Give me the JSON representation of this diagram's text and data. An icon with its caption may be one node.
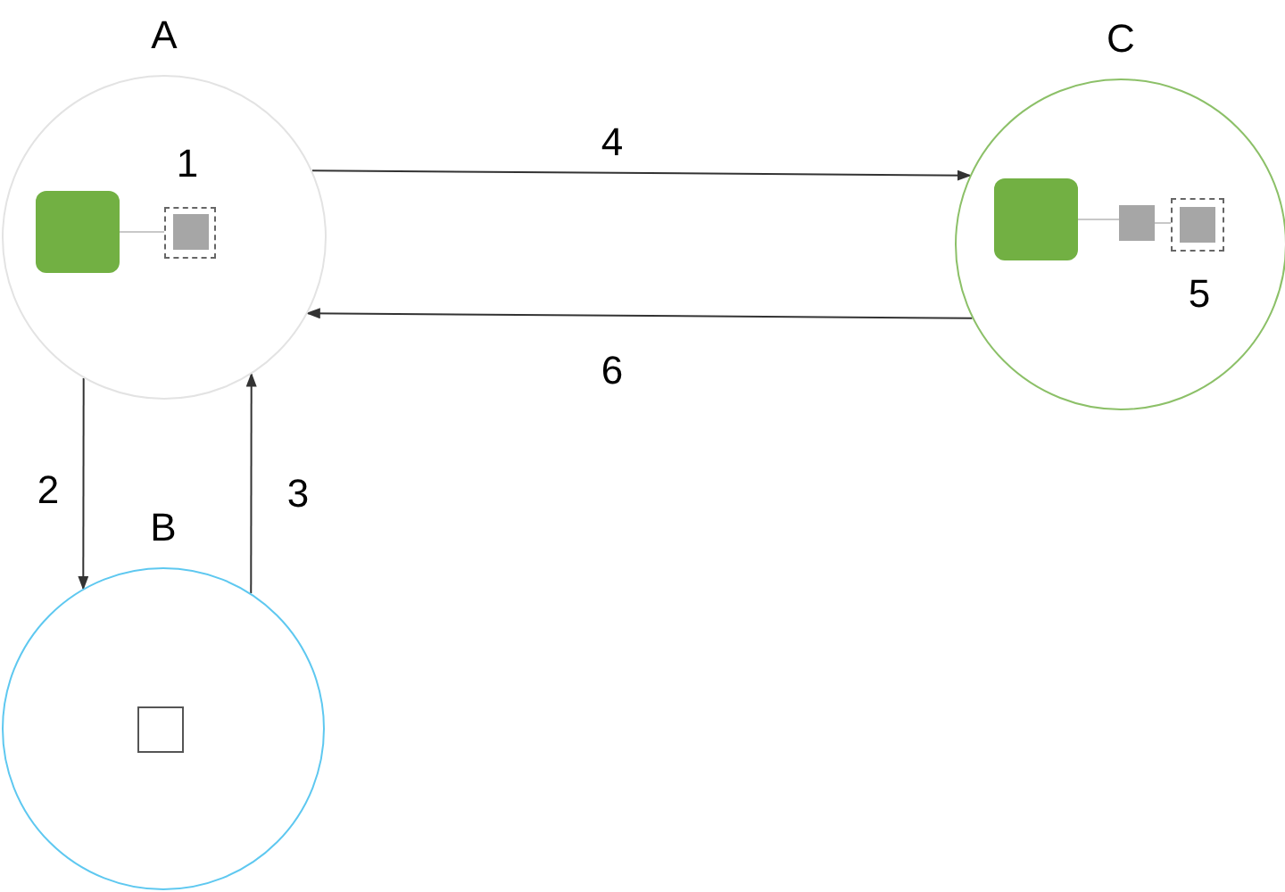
{
  "diagram": {
    "nodes": [
      {
        "text": [
          "A"
        ]
      },
      {
        "text": [],
        "shape": "box",
        "in": 0
      },
      {
        "text": [],
        "shape": "box",
        "in": 0
      },
      {
        "text": [],
        "shape": "box",
        "in": 2
      },
      {
        "text": [
          "B"
        ]
      },
      {
        "text": [],
        "shape": "box",
        "in": 4
      },
      {
        "text": [
          "C"
        ]
      },
      {
        "text": [],
        "shape": "box",
        "in": 6
      },
      {
        "text": [],
        "shape": "box",
        "in": 6
      },
      {
        "text": [],
        "shape": "box",
        "in": 6
      },
      {
        "text": [],
        "shape": "box",
        "in": 9
      }
    ],
    "edges": [
      {
        "from": 1,
        "to": 2,
        "arrow": "none",
        "color": "#c8c8c8"
      },
      {
        "from": 7,
        "to": 8,
        "arrow": "none",
        "color": "#c8c8c8"
      },
      {
        "from": 8,
        "to": 9,
        "arrow": "none",
        "color": "#c8c8c8"
      },
      {
        "from": 0,
        "to": 6,
        "arrow": "to",
        "label": "4"
      },
      {
        "from": 6,
        "to": 0,
        "arrow": "to",
        "label": "6"
      },
      {
        "from": 0,
        "to": 4,
        "arrow": "to",
        "label": "2"
      },
      {
        "from": 4,
        "to": 0,
        "arrow": "to",
        "label": "3"
      }
    ],
    "labels": [
      "1",
      "5"
    ]
  }
}
